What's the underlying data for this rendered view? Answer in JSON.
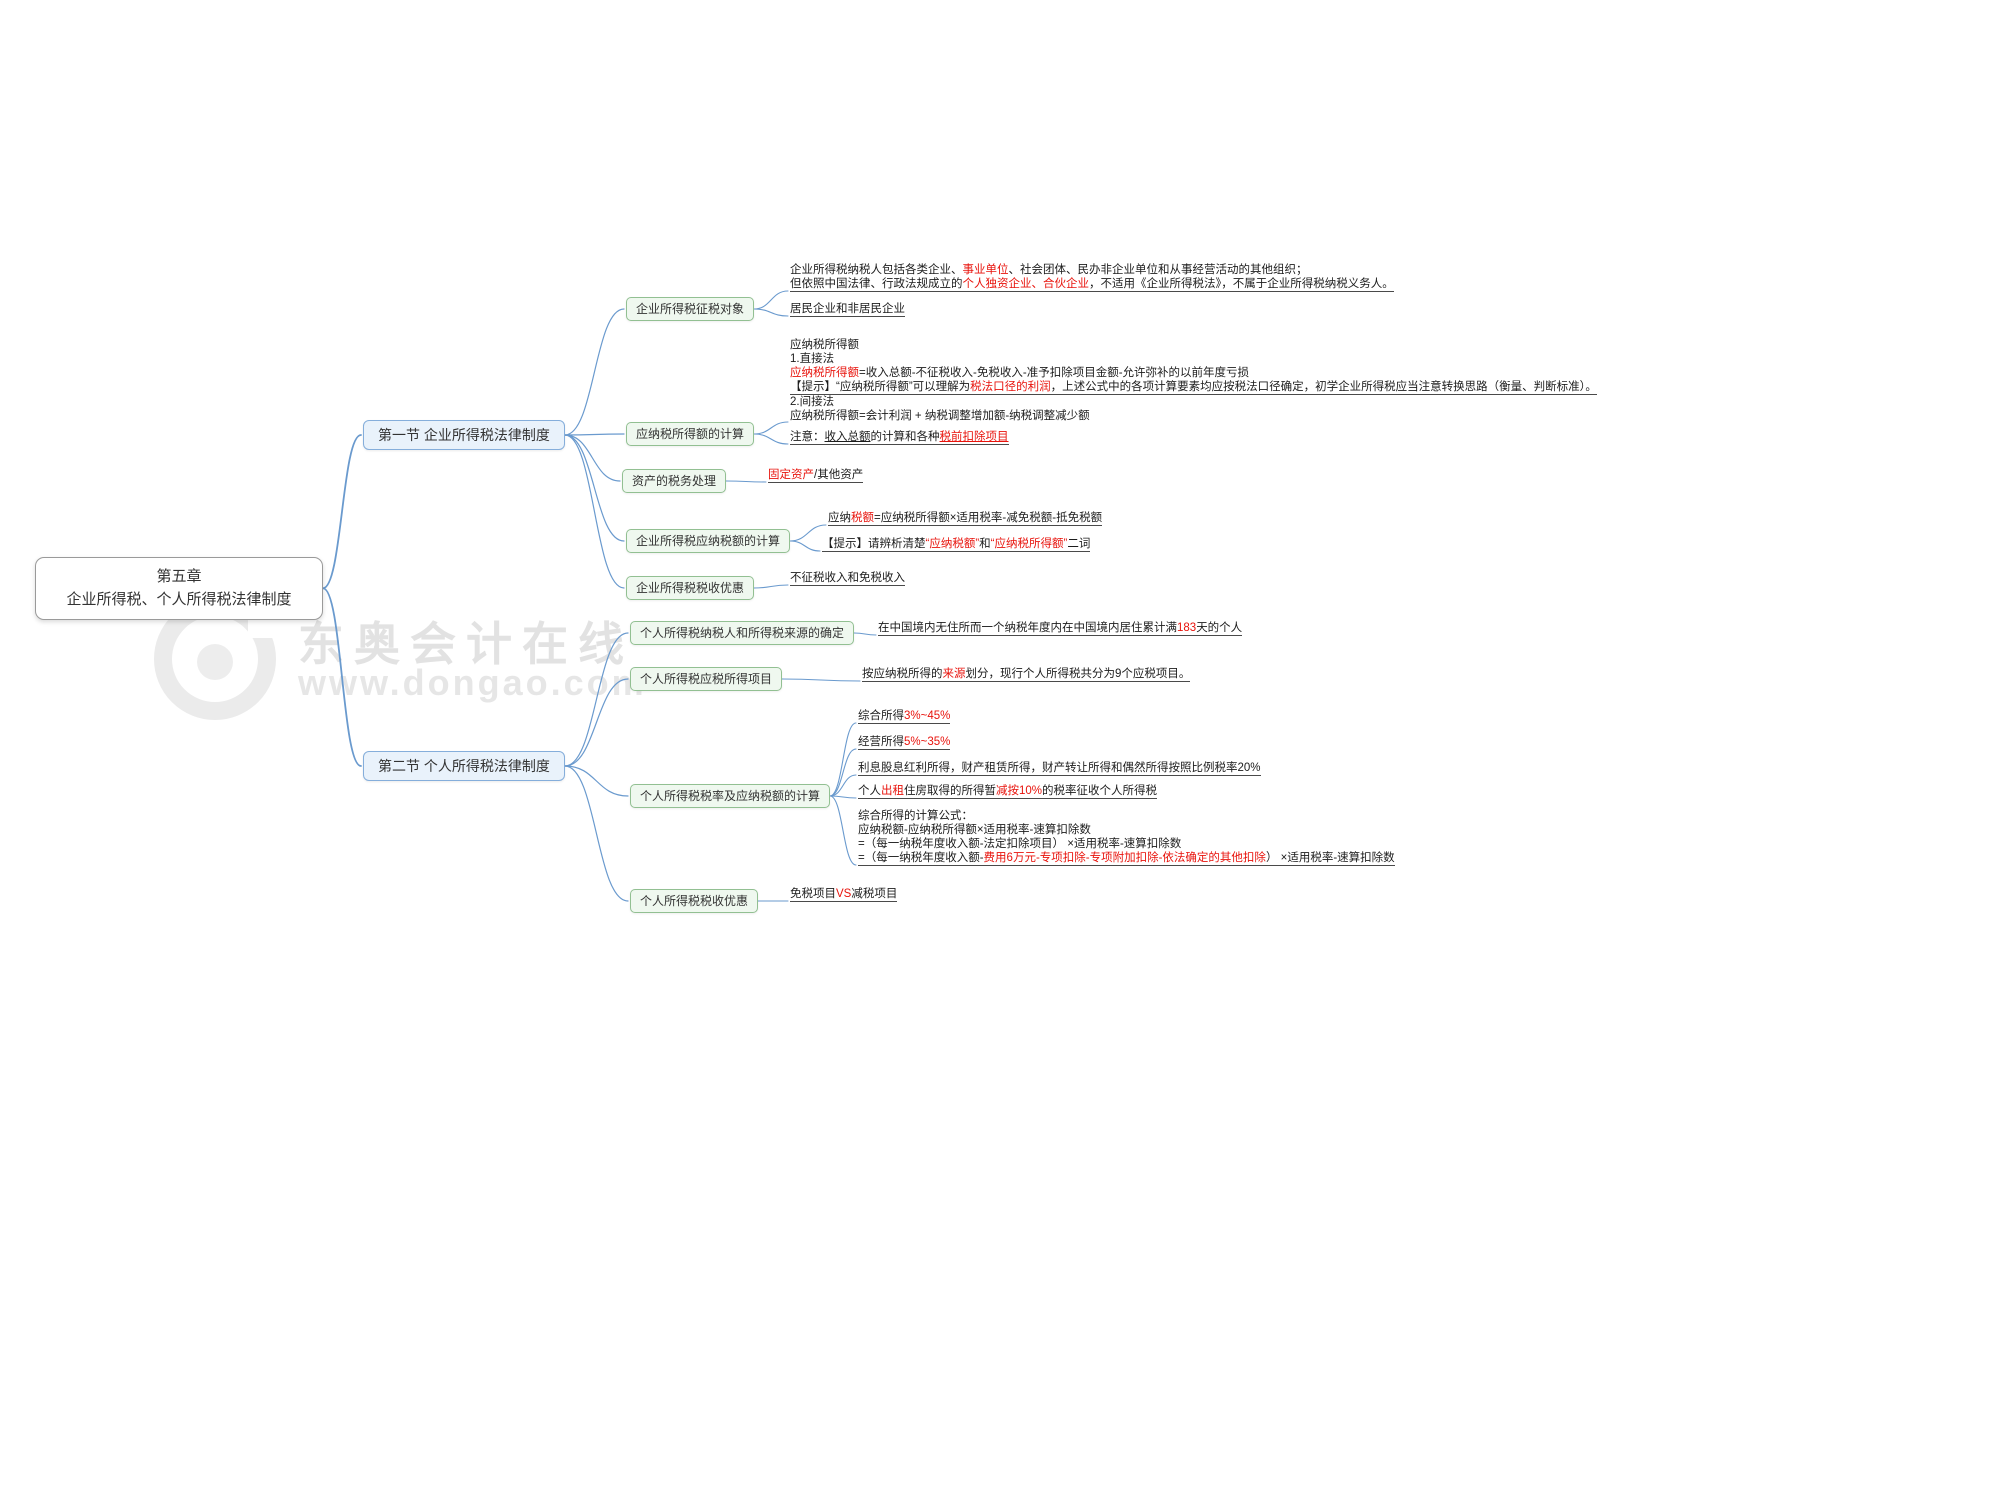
{
  "watermark": {
    "brand": "东奥会计在线",
    "url": "www.dongao.com"
  },
  "root": {
    "line1": "第五章",
    "line2": "企业所得税、个人所得税法律制度"
  },
  "section1": {
    "label": "第一节 企业所得税法律制度",
    "topics": [
      "企业所得税征税对象",
      "应纳税所得额的计算",
      "资产的税务处理",
      "企业所得税应纳税额的计算",
      "企业所得税税收优惠"
    ]
  },
  "section2": {
    "label": "第二节 个人所得税法律制度",
    "topics": [
      "个人所得税纳税人和所得税来源的确定",
      "个人所得税应税所得项目",
      "个人所得税税率及应纳税额的计算",
      "个人所得税税收优惠"
    ]
  },
  "colors": {
    "accent_red": "#e8130c",
    "edge_blue": "#6a9ace",
    "section_fill": "#e9f2fb",
    "section_border": "#85aedb",
    "topic_fill": "#eff8ef",
    "topic_border": "#92c092"
  },
  "notes": {
    "s1t1_block": [
      {
        "u": false,
        "seg": [
          {
            "t": "企业所得税纳税人包括各类企业、"
          },
          {
            "t": "事业单位",
            "c": "r"
          },
          {
            "t": "、社会团体、民办非企业单位和从事经营活动的其他组织；"
          }
        ]
      },
      {
        "u": true,
        "seg": [
          {
            "t": "但依照中国法律、行政法规成立的"
          },
          {
            "t": "个人独资企业、合伙企业",
            "c": "r"
          },
          {
            "t": "，不适用《企业所得税法》，不属于企业所得税纳税义务人。"
          }
        ]
      }
    ],
    "s1t1_leaf": [
      {
        "u": true,
        "seg": [
          {
            "t": "居民企业和非居民企业"
          }
        ]
      }
    ],
    "s1t2_block": [
      {
        "u": false,
        "seg": [
          {
            "t": "应纳税所得额"
          }
        ]
      },
      {
        "u": false,
        "seg": [
          {
            "t": "1.直接法"
          }
        ]
      },
      {
        "u": false,
        "seg": [
          {
            "t": "应纳税所得额",
            "c": "r"
          },
          {
            "t": "=收入总额-不征税收入-免税收入-准予扣除项目金额-允许弥补的以前年度亏损"
          }
        ]
      },
      {
        "u": true,
        "seg": [
          {
            "t": "【提示】“应纳税所得额”可以理解为"
          },
          {
            "t": "税法口径的利润",
            "c": "r"
          },
          {
            "t": "，上述公式中的各项计算要素均应按税法口径确定，初学企业所得税应当注意转换思路（衡量、判断标准）。"
          }
        ]
      },
      {
        "u": false,
        "seg": [
          {
            "t": "2.间接法"
          }
        ]
      },
      {
        "u": false,
        "seg": [
          {
            "t": "应纳税所得额=会计利润 + 纳税调整增加额-纳税调整减少额"
          }
        ]
      }
    ],
    "s1t2_note": [
      {
        "u": true,
        "seg": [
          {
            "t": "注意："
          },
          {
            "t": "收入总额",
            "u": true
          },
          {
            "t": "的计算和各种"
          },
          {
            "t": "税前扣除项目",
            "c": "r",
            "u": true
          }
        ]
      }
    ],
    "s1t3_leaf": [
      {
        "u": true,
        "seg": [
          {
            "t": "固定资产",
            "c": "r"
          },
          {
            "t": "/其他资产"
          }
        ]
      }
    ],
    "s1t4_formula": [
      {
        "u": true,
        "seg": [
          {
            "t": "应纳"
          },
          {
            "t": "税额",
            "c": "r"
          },
          {
            "t": "=应纳税所得额×适用税率-减免税额-抵免税额"
          }
        ]
      }
    ],
    "s1t4_tip": [
      {
        "u": true,
        "seg": [
          {
            "t": "【提示】请辨析清楚"
          },
          {
            "t": "“应纳税额”",
            "c": "r"
          },
          {
            "t": "和"
          },
          {
            "t": "“应纳税所得额”",
            "c": "r"
          },
          {
            "t": "二词"
          }
        ]
      }
    ],
    "s1t5_leaf": [
      {
        "u": true,
        "seg": [
          {
            "t": "不征税收入和免税收入"
          }
        ]
      }
    ],
    "s2t1_leaf": [
      {
        "u": true,
        "seg": [
          {
            "t": "在中国境内无住所而一个纳税年度内在中国境内居住累计满"
          },
          {
            "t": "183",
            "c": "r"
          },
          {
            "t": "天的个人"
          }
        ]
      }
    ],
    "s2t2_leaf": [
      {
        "u": true,
        "seg": [
          {
            "t": "按应纳税所得的"
          },
          {
            "t": "来源",
            "c": "r"
          },
          {
            "t": "划分，现行个人所得税共分为9个应税项目。"
          }
        ]
      }
    ],
    "s2t3_rate1": [
      {
        "u": true,
        "seg": [
          {
            "t": "综合所得"
          },
          {
            "t": "3%~45%",
            "c": "r"
          }
        ]
      }
    ],
    "s2t3_rate2": [
      {
        "u": true,
        "seg": [
          {
            "t": "经营所得"
          },
          {
            "t": "5%~35%",
            "c": "r"
          }
        ]
      }
    ],
    "s2t3_rate3": [
      {
        "u": true,
        "seg": [
          {
            "t": "利息股息红利所得，财产租赁所得，财产转让所得和偶然所得按照比例税率20%"
          }
        ]
      }
    ],
    "s2t3_rate4": [
      {
        "u": true,
        "seg": [
          {
            "t": "个人"
          },
          {
            "t": "出租",
            "c": "r"
          },
          {
            "t": "住房取得的所得暂"
          },
          {
            "t": "减按10%",
            "c": "r"
          },
          {
            "t": "的税率征收个人所得税"
          }
        ]
      }
    ],
    "s2t3_formula": [
      {
        "u": false,
        "seg": [
          {
            "t": "综合所得的计算公式："
          }
        ]
      },
      {
        "u": false,
        "seg": [
          {
            "t": "应纳税额-应纳税所得额×适用税率-速算扣除数"
          }
        ]
      },
      {
        "u": false,
        "seg": [
          {
            "t": "=（每一纳税年度收入额-法定扣除项目） ×适用税率-速算扣除数"
          }
        ]
      },
      {
        "u": true,
        "seg": [
          {
            "t": "=（每一纳税年度收入额-"
          },
          {
            "t": "费用6万元-专项扣除-专项附加扣除-依法确定的其他扣除",
            "c": "r"
          },
          {
            "t": "） ×适用税率-速算扣除数"
          }
        ]
      }
    ],
    "s2t4_leaf": [
      {
        "u": true,
        "seg": [
          {
            "t": "免税项目"
          },
          {
            "t": "VS",
            "c": "r"
          },
          {
            "t": "减税项目"
          }
        ]
      }
    ]
  }
}
